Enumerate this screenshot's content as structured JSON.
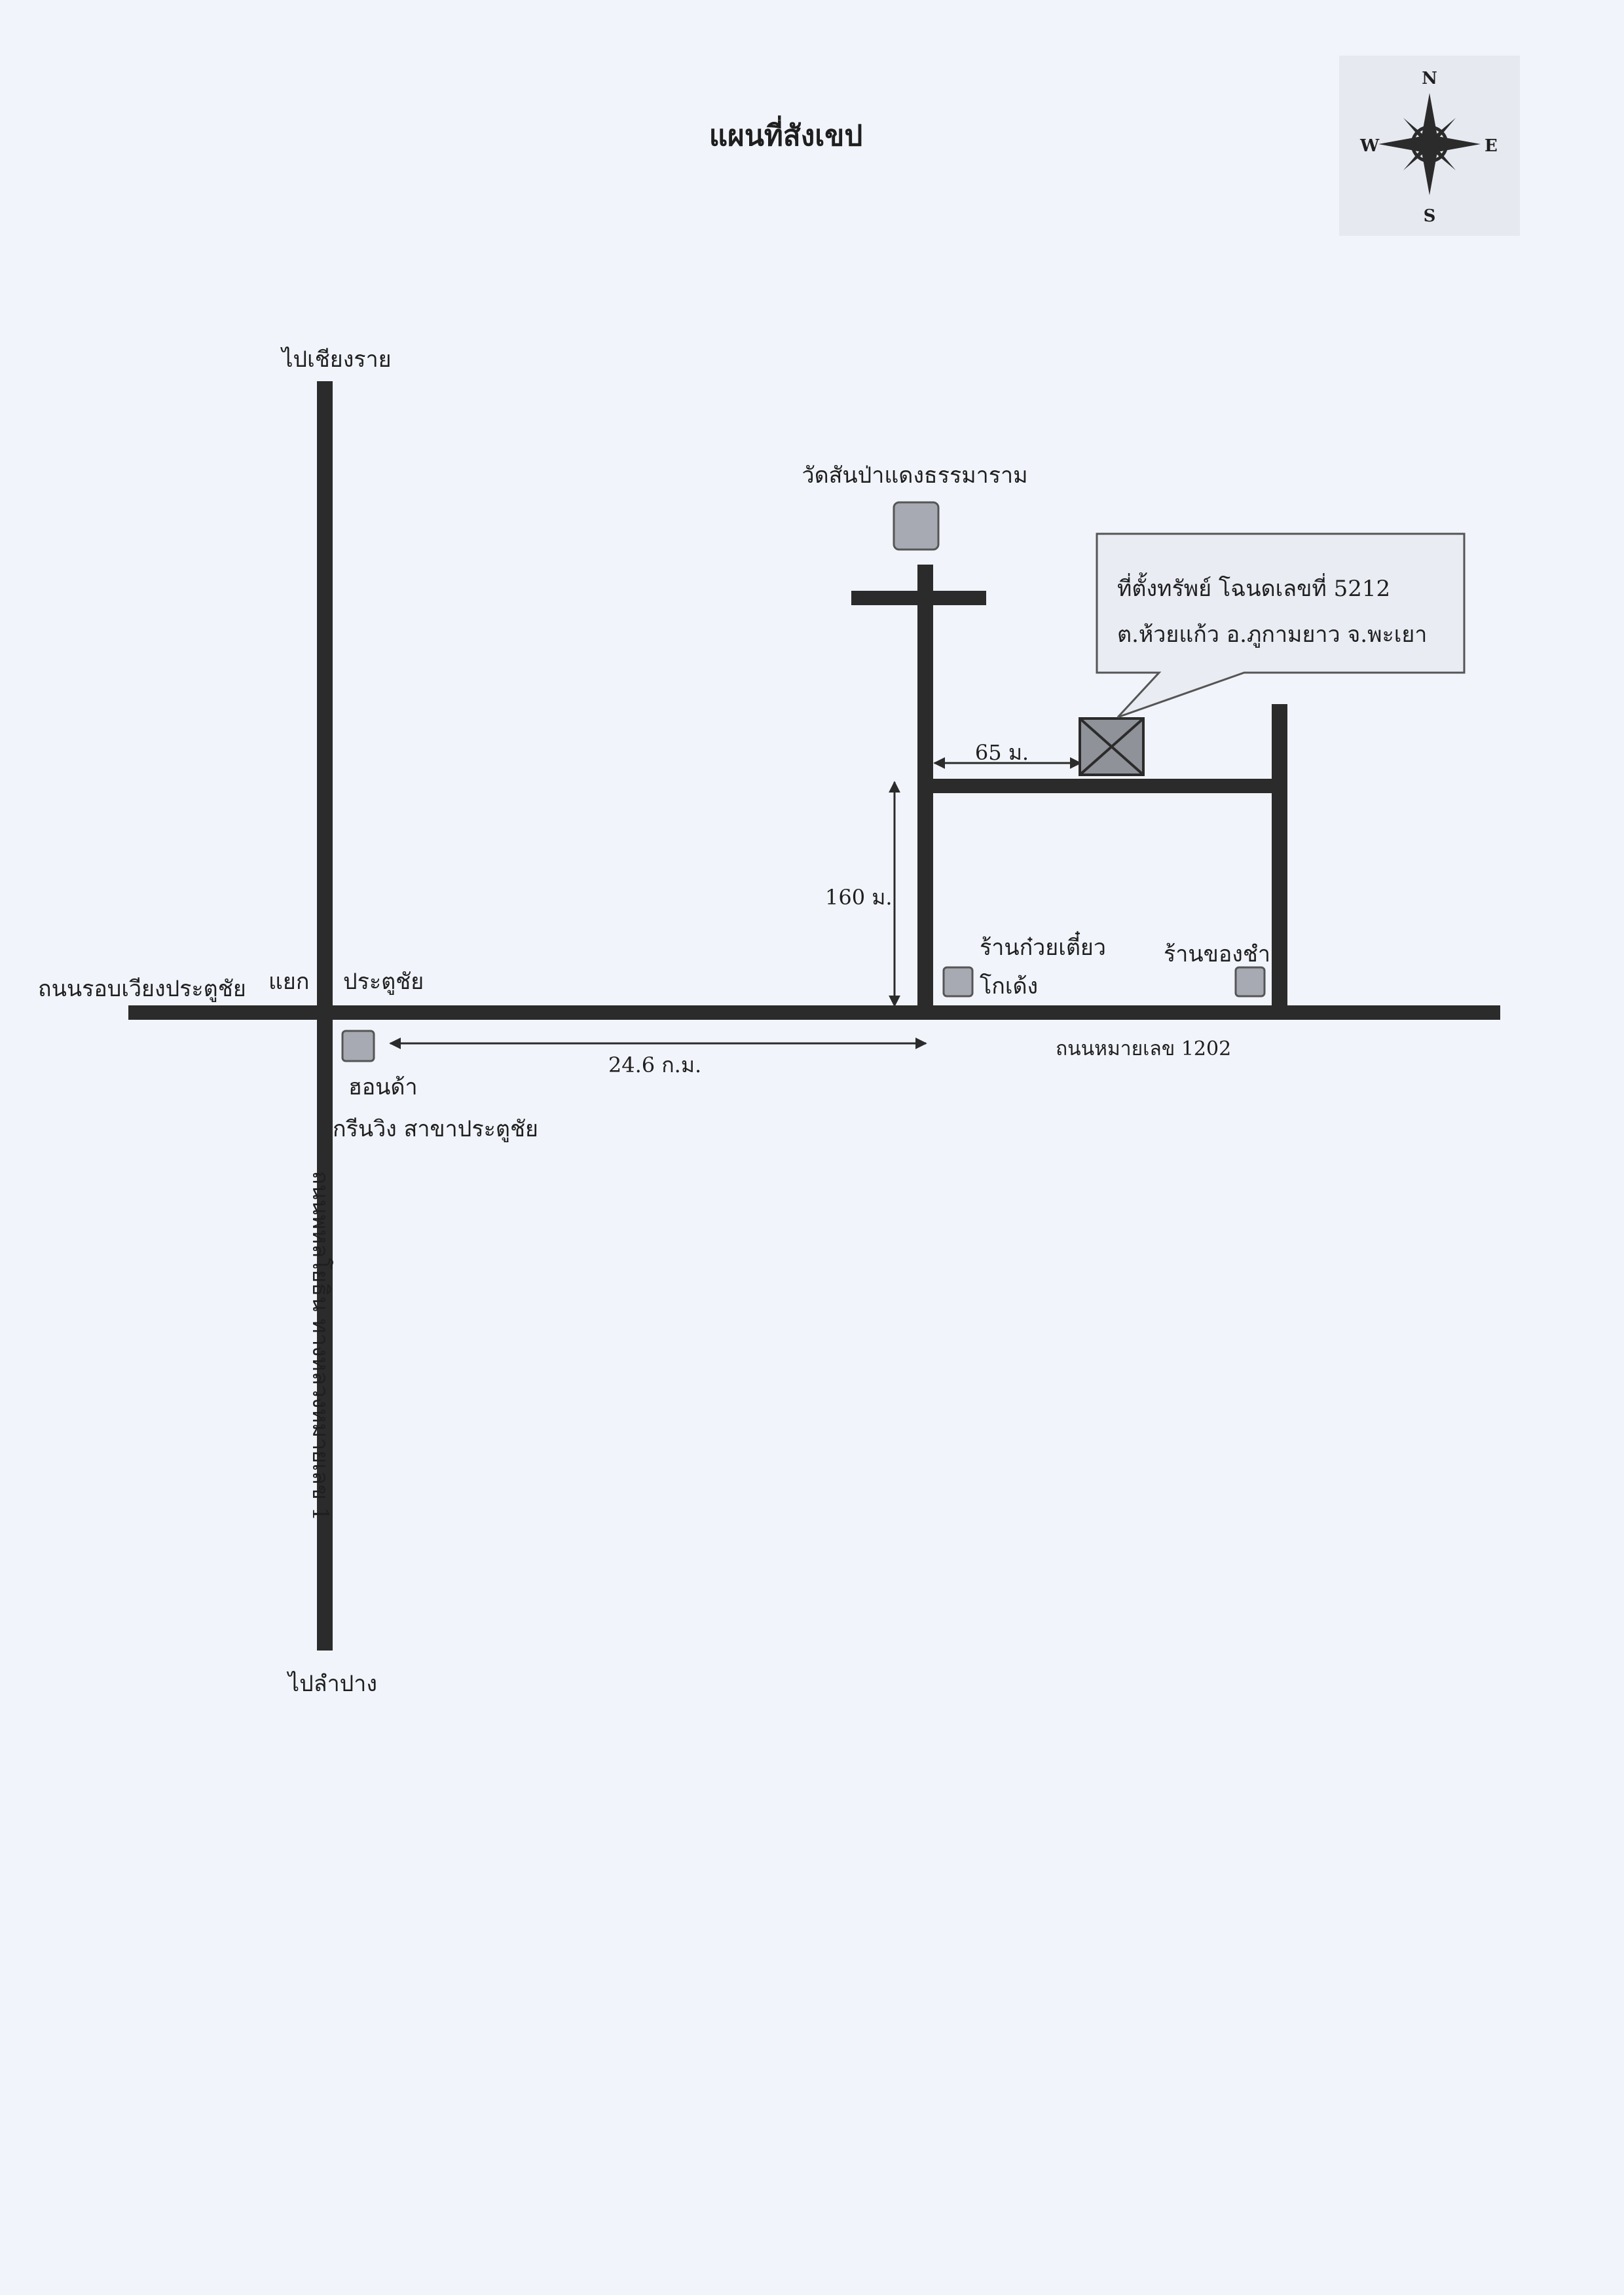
{
  "title": "แผนที่สังเขป",
  "compass": {
    "n": "N",
    "s": "S",
    "e": "E",
    "w": "W",
    "icon": "compass-rose-icon"
  },
  "roads": {
    "to_north": "ไปเชียงราย",
    "to_south": "ไปลำปาง",
    "west_road": "ถนนรอบเวียงประตูชัย",
    "junction_left": "แยก",
    "junction_right": "ประตูชัย",
    "highway_1202": "ถนนหมายเลข 1202",
    "vertical_road": "ถนนพหลโยธิน ทางหลวงหมายเลข 1"
  },
  "distances": {
    "main": "24.6 ก.ม.",
    "side": "160 ม.",
    "lane": "65 ม."
  },
  "landmarks": {
    "temple": "วัดสันป่าแดงธรรมาราม",
    "noodle_shop_line1": "ร้านก๋วยเตี๋ยว",
    "noodle_shop_line2": "โกเด้ง",
    "grocery": "ร้านของชำ",
    "store_line1": "ฮอนด้า",
    "store_line2": "กรีนวิง สาขาประตูชัย"
  },
  "callout": {
    "line1": "ที่ตั้งทรัพย์ โฉนดเลขที่ 5212",
    "line2": "ต.ห้วยแก้ว อ.ภูกามยาว จ.พะเยา"
  },
  "colors": {
    "road": "#2b2b2b",
    "landmark_fill": "#a7aab2",
    "paper": "#f1f4fa",
    "callout_fill": "#e9ecf3"
  }
}
